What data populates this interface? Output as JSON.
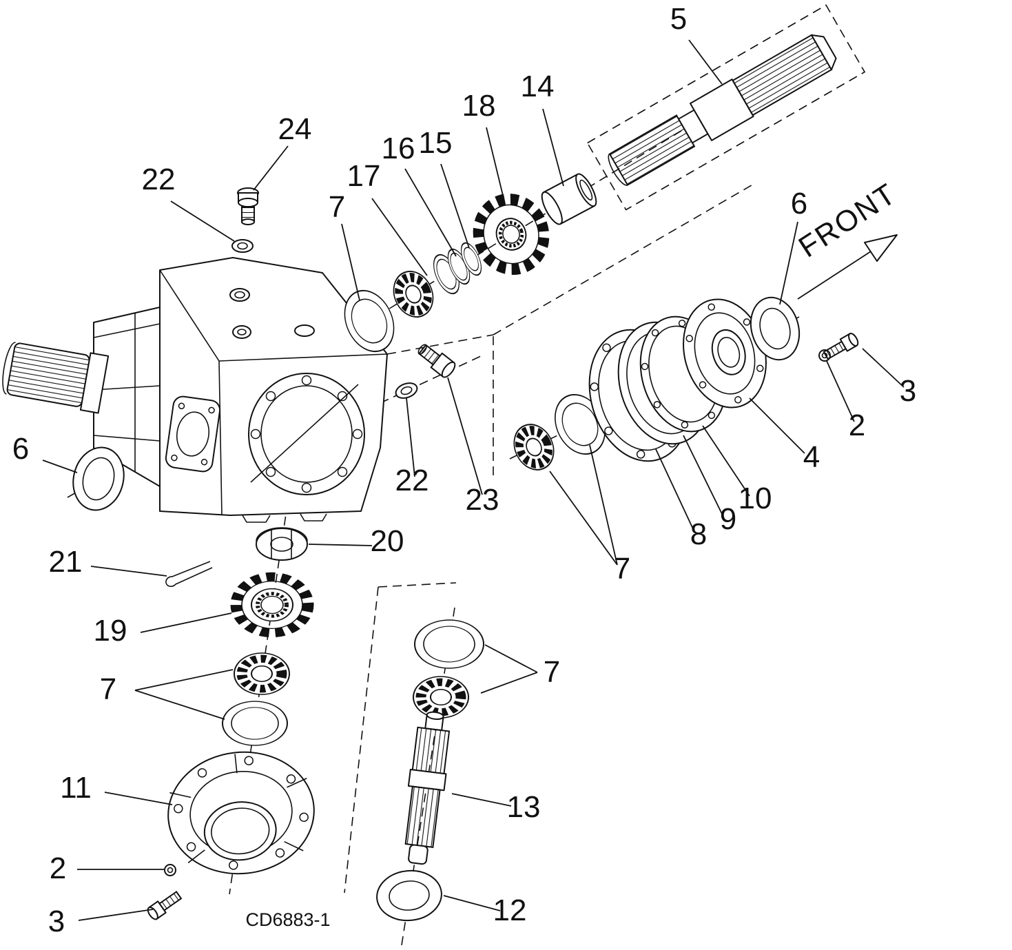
{
  "diagram": {
    "front_label": "FRONT",
    "drawing_number": "CD6883-1",
    "colors": {
      "line": "#111111",
      "background": "#ffffff"
    },
    "callouts": [
      {
        "id": "5",
        "label": "5"
      },
      {
        "id": "14",
        "label": "14"
      },
      {
        "id": "18",
        "label": "18"
      },
      {
        "id": "16",
        "label": "16"
      },
      {
        "id": "15",
        "label": "15"
      },
      {
        "id": "17",
        "label": "17"
      },
      {
        "id": "24",
        "label": "24"
      },
      {
        "id": "22-top",
        "label": "22"
      },
      {
        "id": "7-upper",
        "label": "7"
      },
      {
        "id": "6-right",
        "label": "6"
      },
      {
        "id": "3-right",
        "label": "3"
      },
      {
        "id": "2-right",
        "label": "2"
      },
      {
        "id": "4",
        "label": "4"
      },
      {
        "id": "10",
        "label": "10"
      },
      {
        "id": "9",
        "label": "9"
      },
      {
        "id": "8",
        "label": "8"
      },
      {
        "id": "22-mid",
        "label": "22"
      },
      {
        "id": "23",
        "label": "23"
      },
      {
        "id": "6-left",
        "label": "6"
      },
      {
        "id": "7-right-mid",
        "label": "7"
      },
      {
        "id": "20",
        "label": "20"
      },
      {
        "id": "21",
        "label": "21"
      },
      {
        "id": "19",
        "label": "19"
      },
      {
        "id": "7-left-lower",
        "label": "7"
      },
      {
        "id": "7-lower-right",
        "label": "7"
      },
      {
        "id": "11",
        "label": "11"
      },
      {
        "id": "2-bottom",
        "label": "2"
      },
      {
        "id": "3-bottom",
        "label": "3"
      },
      {
        "id": "13",
        "label": "13"
      },
      {
        "id": "12",
        "label": "12"
      }
    ]
  }
}
